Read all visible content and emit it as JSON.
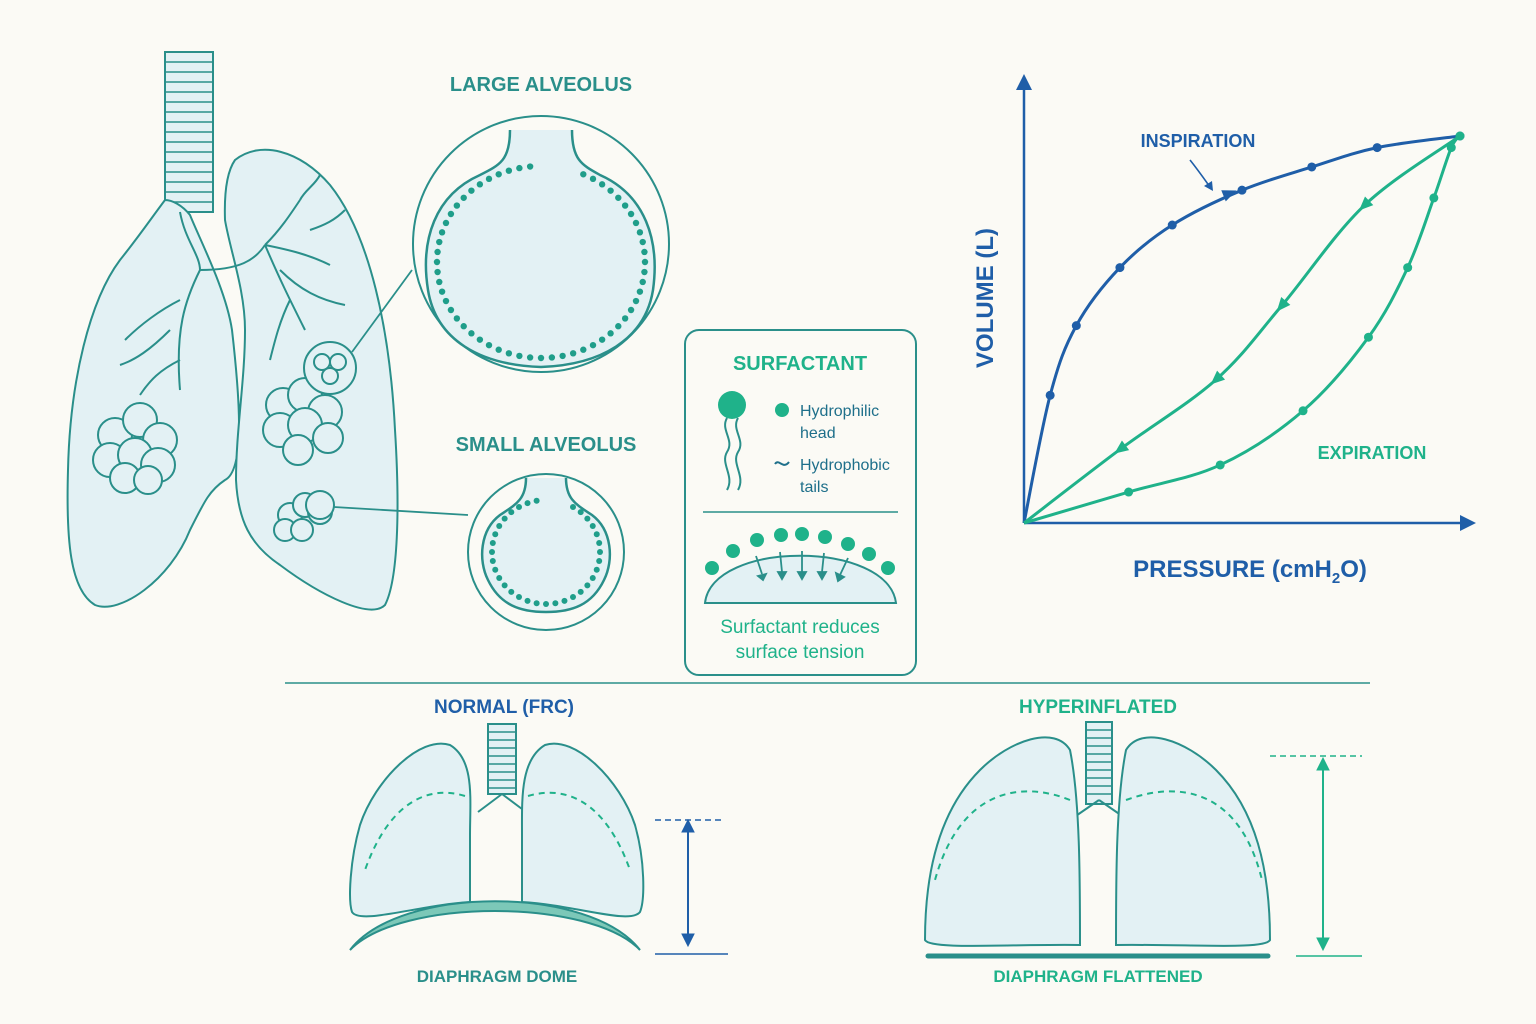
{
  "colors": {
    "background": "#fbfaf5",
    "outline_teal": "#2a8f8a",
    "fill_light": "#e3f1f4",
    "accent_green": "#1fb28a",
    "accent_blue": "#1f5ea8"
  },
  "alveoli": {
    "large_label": "LARGE ALVEOLUS",
    "small_label": "SMALL ALVEOLUS"
  },
  "surfactant": {
    "title": "SURFACTANT",
    "hydrophilic_line1": "Hydrophilic",
    "hydrophilic_line2": "head",
    "hydrophobic_line1": "Hydrophobic",
    "hydrophobic_line2": "tails",
    "caption_line1": "Surfactant reduces",
    "caption_line2": "surface tension"
  },
  "chart": {
    "inspiration_label": "INSPIRATION",
    "expiration_label": "EXPIRATION",
    "ylabel": "VOLUME (L)",
    "xlabel_main": "PRESSURE (cmH",
    "xlabel_sub": "2",
    "xlabel_end": "O)"
  },
  "chart_data": {
    "type": "line",
    "title": "",
    "xlabel": "PRESSURE (cmH2O)",
    "ylabel": "VOLUME (L)",
    "xlim": [
      0,
      100
    ],
    "ylim": [
      0,
      100
    ],
    "grid": false,
    "series": [
      {
        "name": "INSPIRATION",
        "color": "#1f5ea8",
        "x": [
          0,
          6,
          12,
          22,
          34,
          50,
          66,
          81,
          100
        ],
        "y": [
          0,
          33,
          51,
          66,
          77,
          86,
          92,
          97,
          100
        ]
      },
      {
        "name": "EXPIRATION",
        "color": "#1fb28a",
        "x": [
          0,
          24,
          45,
          64,
          79,
          88,
          94,
          98,
          100
        ],
        "y": [
          0,
          8,
          15,
          29,
          48,
          66,
          84,
          97,
          100
        ]
      },
      {
        "name": "",
        "color": "#1fb28a",
        "x": [
          100,
          78,
          59,
          44,
          22,
          0
        ],
        "y": [
          100,
          82,
          56,
          37,
          19,
          0
        ]
      }
    ]
  },
  "diaphragm": {
    "normal_label": "NORMAL (FRC)",
    "normal_caption": "DIAPHRAGM DOME",
    "hyper_label": "HYPERINFLATED",
    "hyper_caption": "DIAPHRAGM FLATTENED"
  }
}
